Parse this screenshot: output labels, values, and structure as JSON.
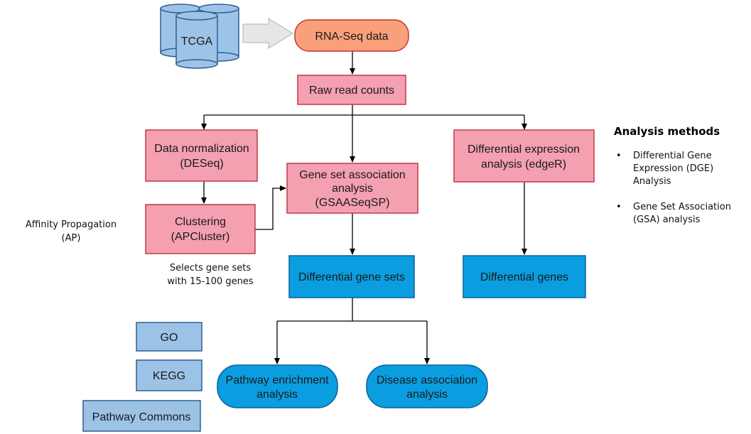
{
  "colors": {
    "pink_fill": "#f4a0b0",
    "pink_stroke": "#c0394b",
    "orange_fill": "#f9a07b",
    "orange_stroke": "#c0392b",
    "blue_fill": "#0a9ee0",
    "blue_stroke": "#08609a",
    "light_blue_fill": "#9cc3e6",
    "light_blue_stroke": "#2e5f92",
    "db_fill": "#9dc3e6",
    "arrow_fill": "#e6e6e6"
  },
  "nodes": {
    "tcga": "TCGA",
    "rnaseq": "RNA-Seq data",
    "raw_counts": "Raw read counts",
    "normalization": [
      "Data normalization",
      "(DESeq)"
    ],
    "clustering": [
      "Clustering",
      "(APCluster)"
    ],
    "gsa": [
      "Gene set association",
      "analysis",
      "(GSAASeqSP)"
    ],
    "dea": [
      "Differential expression",
      "analysis (edgeR)"
    ],
    "diff_gene_sets": "Differential gene sets",
    "diff_genes": "Differential genes",
    "pathway_enrichment": [
      "Pathway enrichment",
      "analysis"
    ],
    "disease_association": [
      "Disease association",
      "analysis"
    ]
  },
  "databases": [
    "GO",
    "KEGG",
    "Pathway Commons"
  ],
  "notes": {
    "affinity_propagation": [
      "Affinity Propagation",
      "(AP)"
    ],
    "selects": [
      "Selects gene sets",
      "with 15-100 genes"
    ]
  },
  "analysis_methods": {
    "title": "Analysis methods",
    "items": [
      [
        "Differential Gene",
        "Expression (DGE)",
        "Analysis"
      ],
      [
        "Gene Set Association",
        "(GSA) analysis"
      ]
    ],
    "bullet": "•"
  }
}
